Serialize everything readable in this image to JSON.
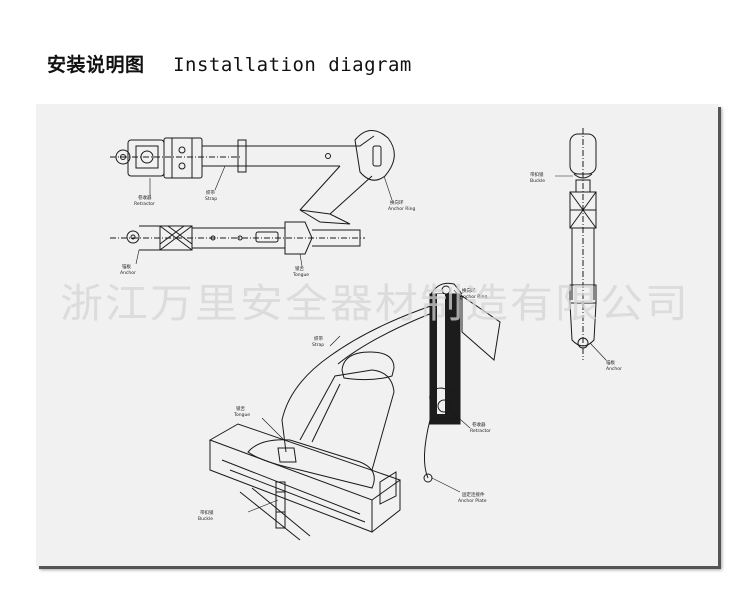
{
  "heading": {
    "cn": "安装说明图",
    "en": "Installation diagram"
  },
  "watermark": "浙江万里安全器材制造有限公司",
  "labels": {
    "retractor_top": {
      "cn": "卷收器",
      "en": "Retractor"
    },
    "strap_top": {
      "cn": "织带",
      "en": "Strap"
    },
    "anchor_ring_top": {
      "cn": "换向环",
      "en": "Anchor Ring"
    },
    "anchor_left": {
      "cn": "锚板",
      "en": "Anchor"
    },
    "tongue_top": {
      "cn": "锁舌",
      "en": "Tongue"
    },
    "buckle_right": {
      "cn": "带扣锁",
      "en": "Buckle"
    },
    "anchor_right": {
      "cn": "锚板",
      "en": "Anchor"
    },
    "anchor_ring_seat": {
      "cn": "换向环",
      "en": "Anchor Ring"
    },
    "strap_seat": {
      "cn": "织带",
      "en": "Strap"
    },
    "tongue_seat": {
      "cn": "锁舌",
      "en": "Tongue"
    },
    "retractor_seat": {
      "cn": "卷收器",
      "en": "Retractor"
    },
    "anchor_plate_seat": {
      "cn": "固定连接件",
      "en": "Anchor Plate"
    },
    "buckle_seat": {
      "cn": "带扣锁",
      "en": "Buckle"
    }
  },
  "colors": {
    "frame_bg": "#f1f1f1",
    "line": "#1a1a1a",
    "belt": "#1c1c1c"
  }
}
